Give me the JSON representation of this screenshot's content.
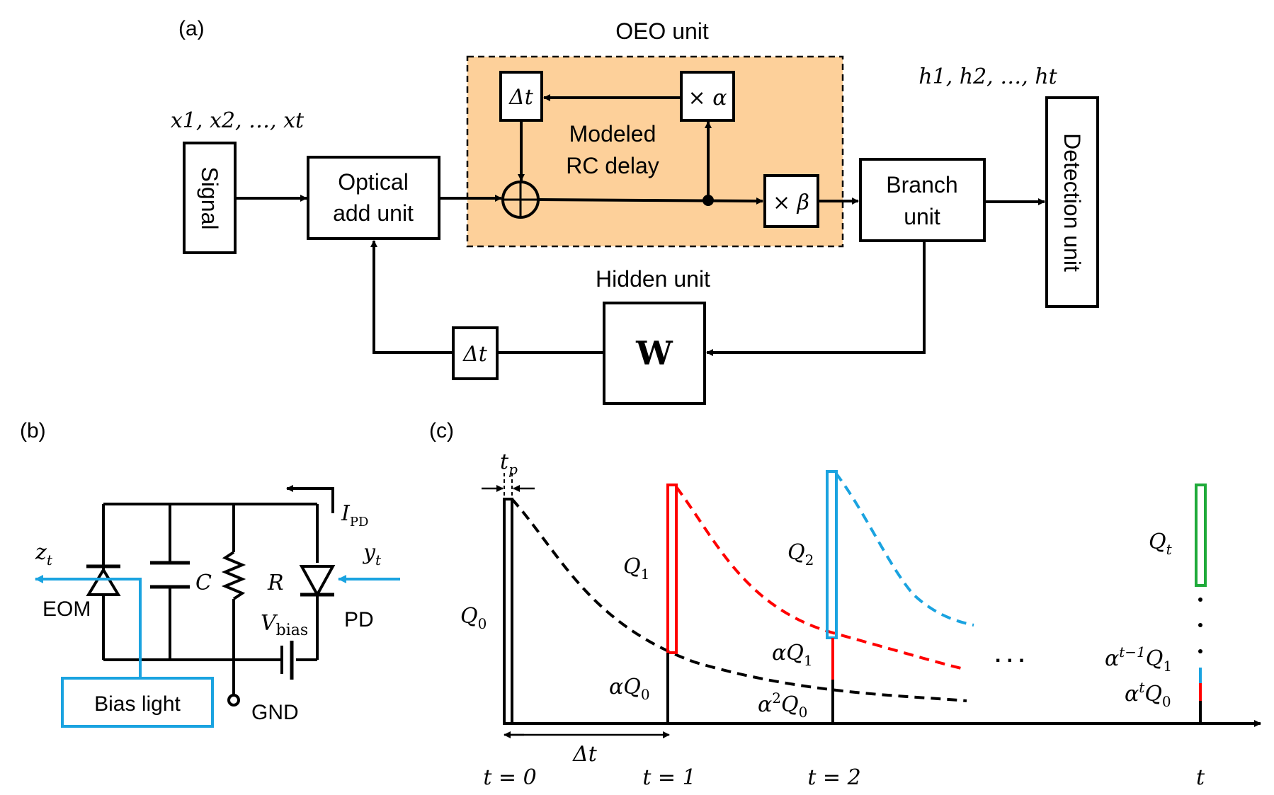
{
  "panel_a": {
    "panel_label": "(a)",
    "oeo_title": "OEO unit",
    "input_sequence": "x1, x2, …, xt",
    "output_sequence": "h1, h2, …, ht",
    "signal": "Signal",
    "optical_add_1": "Optical",
    "optical_add_2": "add unit",
    "delay_block": "Δt",
    "alpha_block": "× α",
    "beta_block": "× β",
    "rc_label_1": "Modeled",
    "rc_label_2": "RC delay",
    "branch_1": "Branch",
    "branch_2": "unit",
    "detection": "Detection unit",
    "hidden_title": "Hidden unit",
    "weight": "W",
    "hidden_delay": "Δt",
    "colors": {
      "oeo_fill": "#fdd09a"
    }
  },
  "panel_b": {
    "panel_label": "(b)",
    "z": "z",
    "z_sub": "t",
    "y": "y",
    "y_sub": "t",
    "ipd": "I",
    "ipd_sub": "PD",
    "capacitor": "C",
    "resistor": "R",
    "vbias": "V",
    "vbias_sub": "bias",
    "eom": "EOM",
    "pd": "PD",
    "bias_light": "Bias light",
    "gnd": "GND",
    "colors": {
      "light": "#1aa3e0"
    }
  },
  "panel_c": {
    "panel_label": "(c)",
    "tp": "t",
    "tp_sub": "p",
    "q0": "Q",
    "q0_sub": "0",
    "q1": "Q",
    "q1_sub": "1",
    "q2": "Q",
    "q2_sub": "2",
    "qt": "Q",
    "qt_sub": "t",
    "aq0": "αQ",
    "aq0_sub": "0",
    "aq1": "αQ",
    "aq1_sub": "1",
    "a2q0_pre": "α",
    "a2q0_sup": "2",
    "a2q0_q": "Q",
    "a2q0_sub": "0",
    "at1q1_pre": "α",
    "at1q1_sup": "t−1",
    "at1q1_q": "Q",
    "at1q1_sub": "1",
    "atq0_pre": "α",
    "atq0_sup": "t",
    "atq0_q": "Q",
    "atq0_sub": "0",
    "dt": "Δt",
    "t0": "t = 0",
    "t1": "t = 1",
    "t2": "t = 2",
    "tt": "t",
    "ellipsis": ". . .",
    "colors": {
      "q0": "#000000",
      "q1": "#ff0000",
      "q2": "#1aa3e0",
      "qt": "#1faa3a"
    }
  }
}
